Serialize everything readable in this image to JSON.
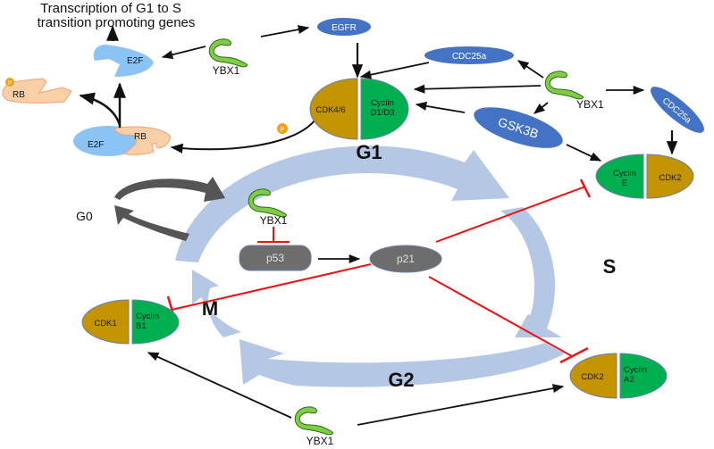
{
  "title": "Transcription of G1 to S transition promoting genes",
  "title_lines": [
    "Transcription of G1 to S",
    "transition promoting genes"
  ],
  "colors": {
    "cycle_arrow": "#b4c8e6",
    "cdk": "#c39300",
    "cyclin": "#00b050",
    "blue_node": "#4472c4",
    "grey_node": "#6d6d6d",
    "ybx1": "#7dcd45",
    "e2f": "#8cc3f5",
    "rb": "#f9cfa8",
    "phosphate": "#f4a018",
    "inhibition": "#ee1111",
    "activation": "#111111",
    "g0_arrow": "#555555"
  },
  "phases": {
    "g1": "G1",
    "s": "S",
    "g2": "G2",
    "m": "M",
    "g0": "G0"
  },
  "nodes": {
    "ybx1_label": "YBX1",
    "egfr": "EGFR",
    "cdc25a_top": "CDC25a",
    "cdc25a_right": "CDC25a",
    "gsk3b": "GSK3B",
    "p53": "p53",
    "p21": "p21",
    "e2f": "E2F",
    "rb": "RB",
    "phosphate": "P"
  },
  "complexes": {
    "cdk46_cyclind": {
      "cdk": "CDK4/6",
      "cyclin_line1": "Cyclin",
      "cyclin_line2": "D1/D3"
    },
    "cycline_cdk2": {
      "cdk": "CDK2",
      "cyclin_line1": "Cyclin",
      "cyclin_line2": "E"
    },
    "cdk1_cyclinb1": {
      "cdk": "CDK1",
      "cyclin_line1": "Cyclin",
      "cyclin_line2": "B1"
    },
    "cdk2_cyclina2": {
      "cdk": "CDK2",
      "cyclin_line1": "Cyclin",
      "cyclin_line2": "A2"
    }
  }
}
